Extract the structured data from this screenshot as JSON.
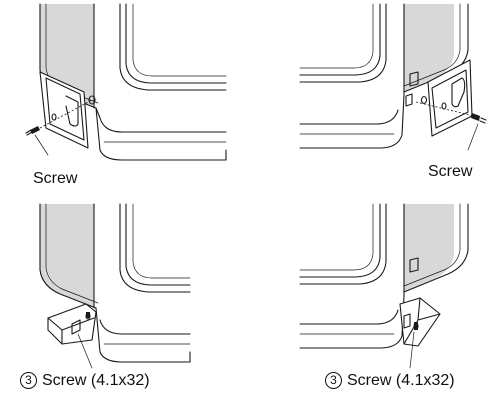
{
  "panels": [
    {
      "id": "top-left",
      "label": "Screw",
      "part_number": ""
    },
    {
      "id": "top-right",
      "label": "Screw",
      "part_number": ""
    },
    {
      "id": "bottom-left",
      "label": "Screw (4.1x32)",
      "part_number": "3"
    },
    {
      "id": "bottom-right",
      "label": "Screw (4.1x32)",
      "part_number": "3"
    }
  ]
}
